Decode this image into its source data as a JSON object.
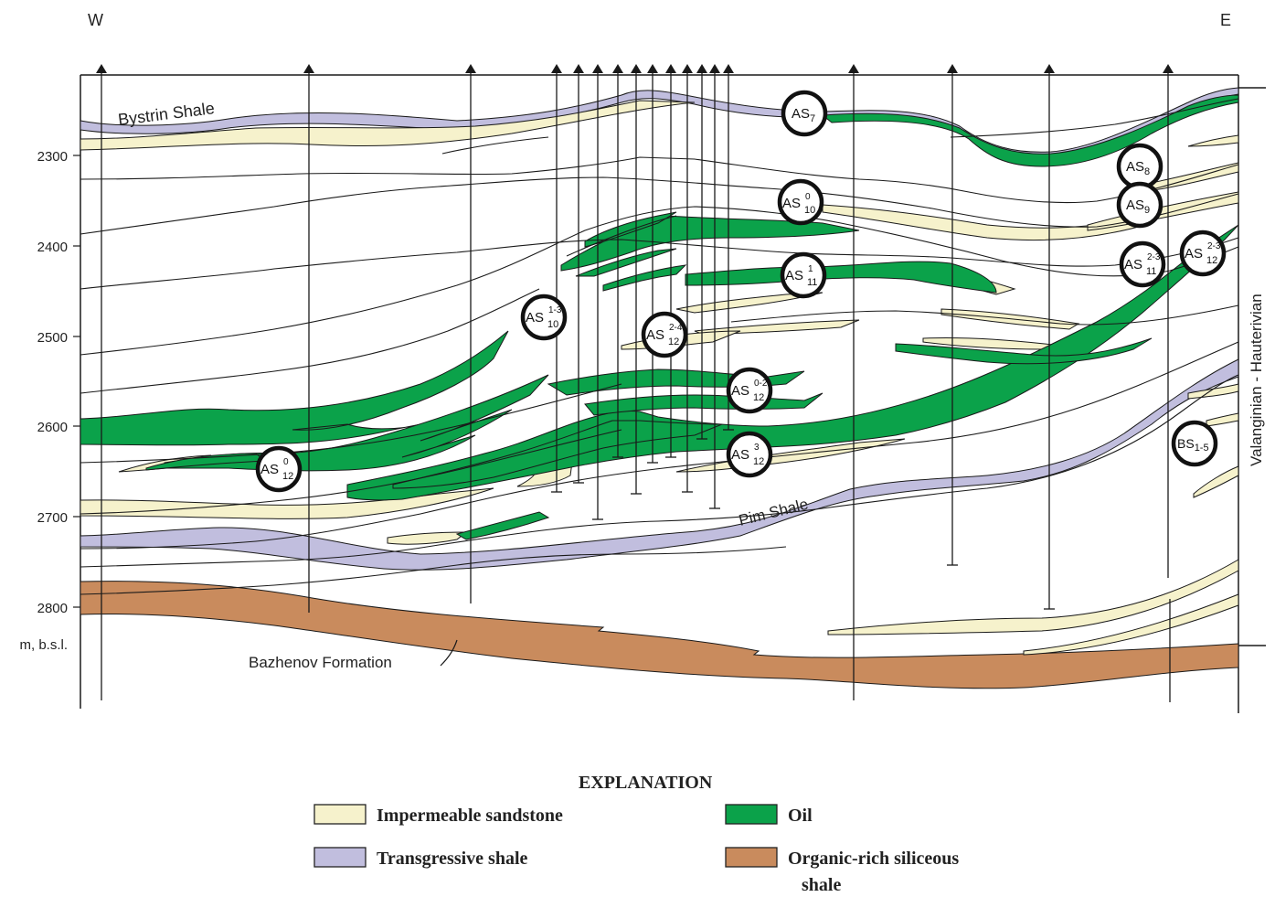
{
  "directions": {
    "west": "W",
    "east": "E"
  },
  "depth_axis": {
    "ticks": [
      "2300",
      "2400",
      "2500",
      "2600",
      "2700",
      "2800"
    ],
    "unit": "m, b.s.l."
  },
  "stage_label": "Valanginian - Hauterivian",
  "formations": {
    "bystrin": "Bystrin Shale",
    "pim": "Pim Shale",
    "bazhenov": "Bazhenov Formation"
  },
  "reservoirs": [
    {
      "base": "AS",
      "sub": "7",
      "sup": ""
    },
    {
      "base": "AS",
      "sub": "8",
      "sup": ""
    },
    {
      "base": "AS",
      "sub": "9",
      "sup": ""
    },
    {
      "base": "AS",
      "sub": "10",
      "sup": "0"
    },
    {
      "base": "AS",
      "sub": "11",
      "sup": "1"
    },
    {
      "base": "AS",
      "sub": "11",
      "sup": "2-3"
    },
    {
      "base": "AS",
      "sub": "12",
      "sup": "2-3"
    },
    {
      "base": "AS",
      "sub": "10",
      "sup": "1-3"
    },
    {
      "base": "AS",
      "sub": "12",
      "sup": "2-4"
    },
    {
      "base": "AS",
      "sub": "12",
      "sup": "0-2"
    },
    {
      "base": "AS",
      "sub": "12",
      "sup": "3"
    },
    {
      "base": "AS",
      "sub": "12",
      "sup": "0"
    },
    {
      "base": "BS",
      "sub": "1-5",
      "sup": ""
    }
  ],
  "legend": {
    "title": "EXPLANATION",
    "items": [
      {
        "label": "Impermeable sandstone",
        "color": "#f6f2cc"
      },
      {
        "label": "Oil",
        "color": "#0ba24a"
      },
      {
        "label": "Transgressive shale",
        "color": "#c1bede"
      },
      {
        "label": "Organic-rich siliceous",
        "label2": "shale",
        "color": "#c98b5d"
      }
    ]
  },
  "colors": {
    "sandstone": "#f6f2cc",
    "oil": "#0ba24a",
    "shale": "#c1bede",
    "organic_shale": "#c98b5d",
    "line": "#1a1a1a"
  }
}
